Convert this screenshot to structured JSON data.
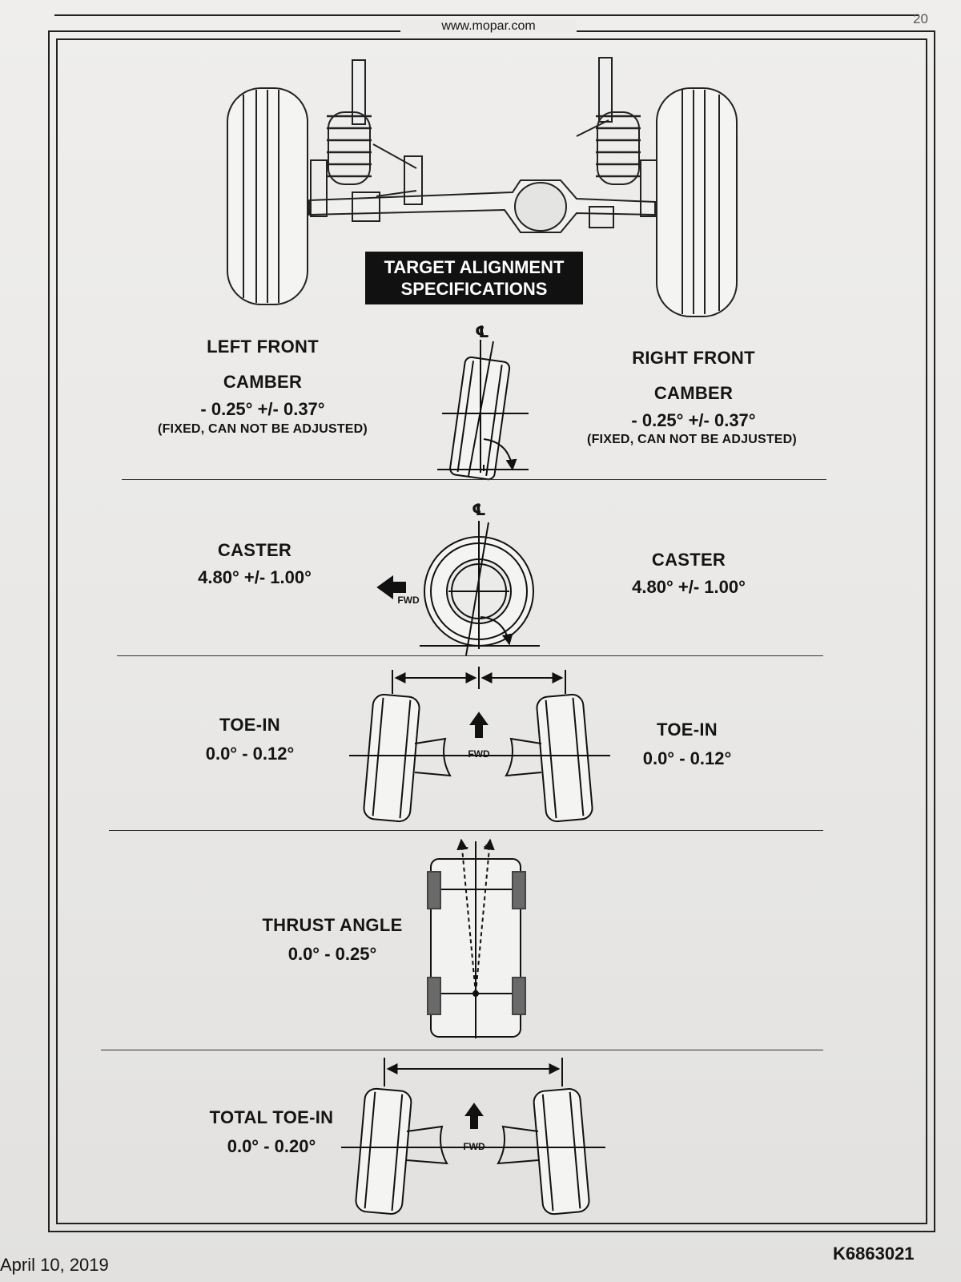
{
  "header": {
    "url": "www.mopar.com",
    "page_number": "20"
  },
  "banner": {
    "line1": "TARGET ALIGNMENT",
    "line2": "SPECIFICATIONS"
  },
  "camber": {
    "left": {
      "title": "LEFT FRONT",
      "heading": "CAMBER",
      "value": "- 0.25°  +/-  0.37°",
      "note": "(FIXED, CAN NOT BE ADJUSTED)"
    },
    "right": {
      "title": "RIGHT FRONT",
      "heading": "CAMBER",
      "value": "- 0.25°  +/-  0.37°",
      "note": "(FIXED, CAN NOT BE ADJUSTED)"
    },
    "centerline_symbol": "℄"
  },
  "caster": {
    "left": {
      "heading": "CASTER",
      "value": "4.80°  +/-  1.00°"
    },
    "right": {
      "heading": "CASTER",
      "value": "4.80°  +/-  1.00°"
    },
    "fwd_label": "FWD",
    "centerline_symbol": "℄"
  },
  "toe_in": {
    "left": {
      "heading": "TOE-IN",
      "value": "0.0°  - 0.12°"
    },
    "right": {
      "heading": "TOE-IN",
      "value": "0.0°  - 0.12°"
    },
    "fwd_label": "FWD"
  },
  "thrust_angle": {
    "heading": "THRUST ANGLE",
    "value": "0.0°  - 0.25°",
    "minus": "-",
    "plus": "+"
  },
  "total_toe_in": {
    "heading": "TOTAL TOE-IN",
    "value": "0.0°  - 0.20°",
    "fwd_label": "FWD"
  },
  "footer": {
    "date": "April 10, 2019",
    "part_number": "K6863021"
  }
}
